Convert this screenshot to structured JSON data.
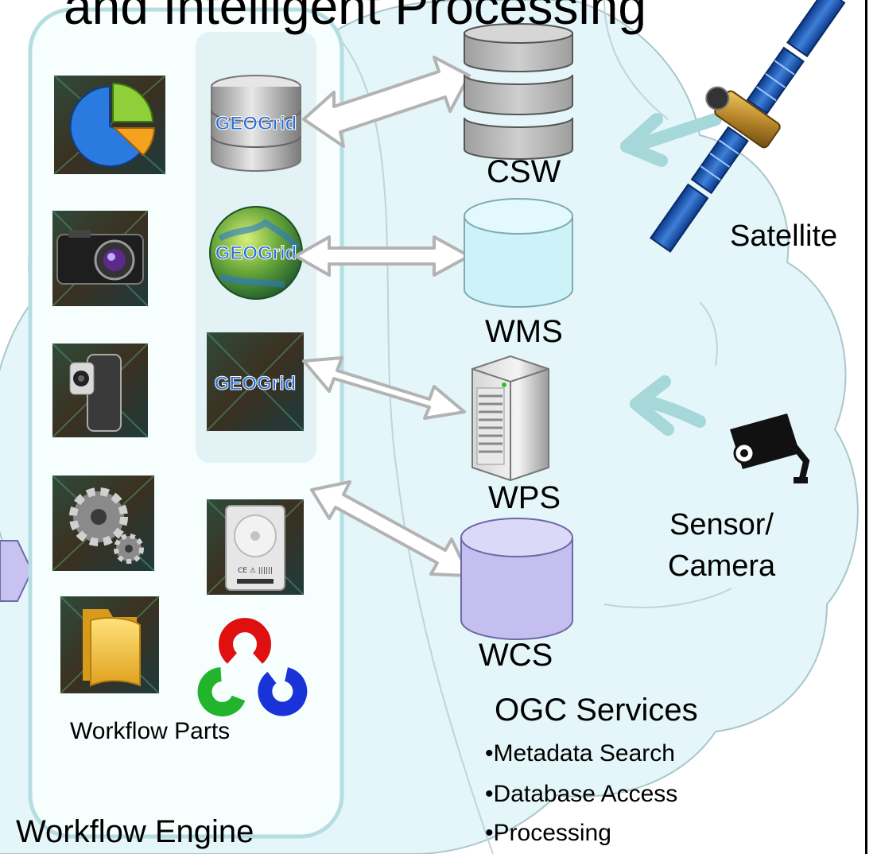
{
  "title_fragment": "and Intelligent Processing",
  "colors": {
    "cloud_fill": "#e4f6f9",
    "cloud_stroke": "#a9c6cc",
    "panel_fill": "#f7fefe",
    "panel_stroke": "#b5dde2",
    "arrow_fill": "#ffffff",
    "arrow_stroke": "#b3b3b3",
    "input_arrow": "#a6d7d9",
    "csw": "#b9b9b9",
    "wms": "#cdf3f8",
    "wcs": "#c5bff0"
  },
  "services": {
    "csw": "CSW",
    "wms": "WMS",
    "wps": "WPS",
    "wcs": "WCS"
  },
  "sources": {
    "satellite": "Satellite",
    "sensor_line1": "Sensor/",
    "sensor_line2": "Camera"
  },
  "ogc": {
    "title": "OGC Services",
    "bullets": [
      "•Metadata Search",
      "•Database Access",
      "•Processing"
    ]
  },
  "workflow": {
    "parts_label": "Workflow Parts",
    "engine_label": "Workflow Engine"
  },
  "geogrid_logo_text": "GEOGrid",
  "hdd_label_text": "CE ⚠ ||||||",
  "icons": [
    "pie-chart-icon",
    "camera-icon",
    "camcorder-icon",
    "gears-icon",
    "folder-icon",
    "geogrid-database-icon",
    "geogrid-globe-icon",
    "geogrid-map-icon",
    "hard-drive-icon",
    "opencv-logo-icon",
    "database-stack-icon",
    "cylinder-icon",
    "server-tower-icon",
    "satellite-icon",
    "security-camera-icon"
  ]
}
